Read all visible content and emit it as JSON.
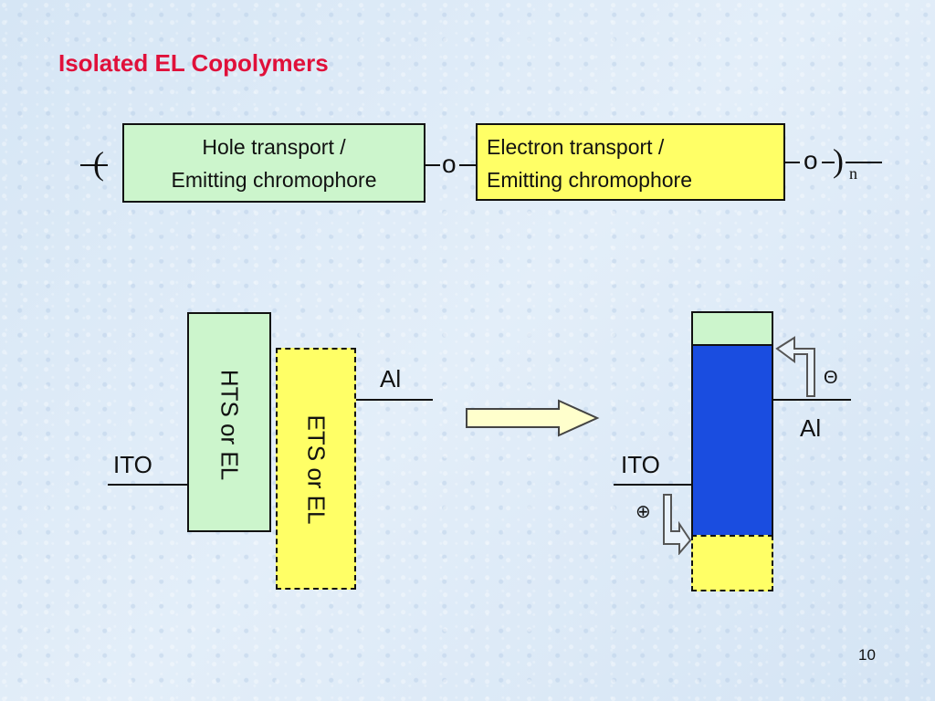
{
  "title": "Isolated EL Copolymers",
  "polymer": {
    "left_paren": "(",
    "right_paren": ")",
    "subscript": "n",
    "linker1": "o",
    "linker2": "o",
    "hole_box_line1": "Hole transport /",
    "hole_box_line2": "Emitting chromophore",
    "electron_box_line1": "Electron transport /",
    "electron_box_line2": "Emitting chromophore"
  },
  "left_device": {
    "hts_label": "HTS or EL",
    "ets_label": "ETS or EL",
    "ito_label": "ITO",
    "al_label": "Al"
  },
  "right_device": {
    "ito_label": "ITO",
    "al_label": "Al",
    "minus_symbol": "Θ",
    "plus_symbol": "⊕"
  },
  "colors": {
    "title": "#e0103a",
    "green": "#ccf5cc",
    "yellow": "#ffff66",
    "blue": "#1a4de0"
  },
  "page_number": "10"
}
